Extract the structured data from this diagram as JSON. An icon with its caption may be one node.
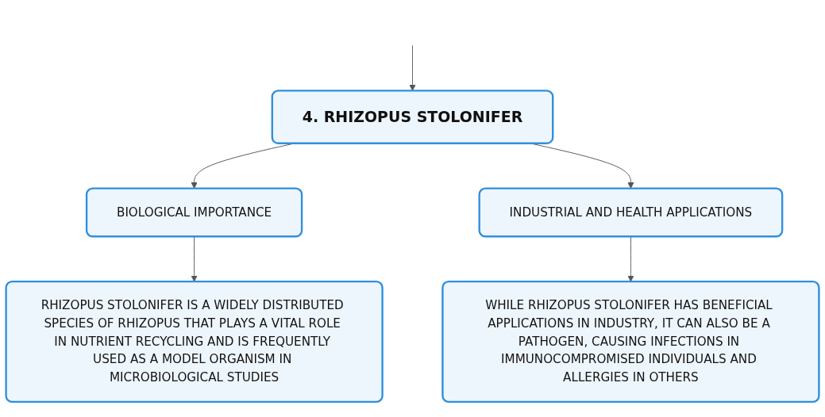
{
  "diagram": {
    "nodes": [
      {
        "text": [
          "4. RHIZOPUS STOLONIFER"
        ]
      },
      {
        "text": [
          "BIOLOGICAL IMPORTANCE"
        ]
      },
      {
        "text": [
          "INDUSTRIAL AND HEALTH APPLICATIONS"
        ]
      },
      {
        "text": [
          "RHIZOPUS STOLONIFER IS A WIDELY DISTRIBUTED SPECIES OF RHIZOPUS THAT PLAYS A VITAL ROLE IN NUTRIENT RECYCLING AND IS FREQUENTLY USED AS A MODEL ORGANISM IN MICROBIOLOGICAL STUDIES"
        ]
      },
      {
        "text": [
          "WHILE RHIZOPUS STOLONIFER HAS BENEFICIAL APPLICATIONS IN INDUSTRY, IT CAN ALSO BE A PATHOGEN, CAUSING INFECTIONS IN IMMUNOCOMPROMISED INDIVIDUALS AND ALLERGIES IN OTHERS"
        ]
      }
    ],
    "edges": [
      {
        "from": null,
        "to": 0,
        "arrow": "to"
      },
      {
        "from": 0,
        "to": 1,
        "arrow": "to"
      },
      {
        "from": 0,
        "to": 2,
        "arrow": "to"
      },
      {
        "from": 1,
        "to": 3,
        "arrow": "to"
      },
      {
        "from": 2,
        "to": 4,
        "arrow": "to"
      }
    ]
  }
}
